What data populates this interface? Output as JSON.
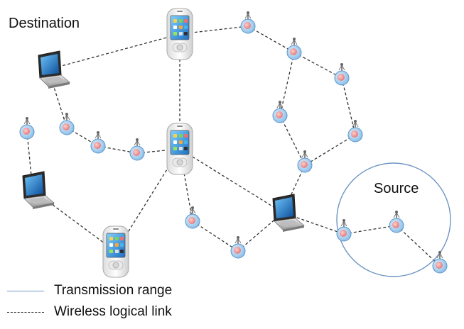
{
  "labels": {
    "destination": "Destination",
    "source": "Source"
  },
  "legend": {
    "transmission_range": "Transmission range",
    "wireless_link": "Wireless logical link"
  },
  "colors": {
    "range_circle": "#6f95c3",
    "link": "#333333",
    "sensor_outer": "#a9d0f2",
    "sensor_inner": "#f29a9a"
  },
  "nodes": [
    {
      "id": "laptop-destination",
      "kind": "laptop-icon"
    },
    {
      "id": "laptop-left",
      "kind": "laptop-icon"
    },
    {
      "id": "laptop-center",
      "kind": "laptop-icon"
    },
    {
      "id": "phone-top",
      "kind": "phone-icon"
    },
    {
      "id": "phone-center",
      "kind": "phone-icon"
    },
    {
      "id": "phone-bottom",
      "kind": "phone-icon"
    },
    {
      "id": "s1",
      "kind": "sensor-node-icon"
    },
    {
      "id": "s2",
      "kind": "sensor-node-icon"
    },
    {
      "id": "s3",
      "kind": "sensor-node-icon"
    },
    {
      "id": "s4",
      "kind": "sensor-node-icon"
    },
    {
      "id": "s5",
      "kind": "sensor-node-icon"
    },
    {
      "id": "s6",
      "kind": "sensor-node-icon"
    },
    {
      "id": "s7",
      "kind": "sensor-node-icon"
    },
    {
      "id": "s8",
      "kind": "sensor-node-icon"
    },
    {
      "id": "s9",
      "kind": "sensor-node-icon"
    },
    {
      "id": "s10",
      "kind": "sensor-node-icon"
    },
    {
      "id": "s11",
      "kind": "sensor-node-icon"
    },
    {
      "id": "s12",
      "kind": "sensor-node-icon"
    },
    {
      "id": "s13",
      "kind": "sensor-node-icon"
    },
    {
      "id": "s14",
      "kind": "sensor-node-icon"
    },
    {
      "id": "s15",
      "kind": "sensor-node-icon"
    },
    {
      "id": "s16",
      "kind": "sensor-node-icon"
    }
  ],
  "links": [
    [
      "laptop-destination",
      "phone-top"
    ],
    [
      "laptop-destination",
      "s2"
    ],
    [
      "phone-top",
      "s8"
    ],
    [
      "phone-top",
      "phone-center"
    ],
    [
      "s8",
      "s9"
    ],
    [
      "s9",
      "s10"
    ],
    [
      "s10",
      "s12"
    ],
    [
      "s9",
      "s11"
    ],
    [
      "s11",
      "s13"
    ],
    [
      "s12",
      "s13"
    ],
    [
      "s13",
      "laptop-center"
    ],
    [
      "s1",
      "laptop-left"
    ],
    [
      "laptop-left",
      "phone-bottom"
    ],
    [
      "s2",
      "s3"
    ],
    [
      "s3",
      "s4"
    ],
    [
      "s4",
      "phone-center"
    ],
    [
      "phone-center",
      "phone-bottom"
    ],
    [
      "phone-center",
      "s6"
    ],
    [
      "phone-center",
      "laptop-center"
    ],
    [
      "s6",
      "s7"
    ],
    [
      "s7",
      "laptop-center"
    ],
    [
      "laptop-center",
      "s14"
    ],
    [
      "s14",
      "s15"
    ],
    [
      "s15",
      "s16"
    ]
  ]
}
